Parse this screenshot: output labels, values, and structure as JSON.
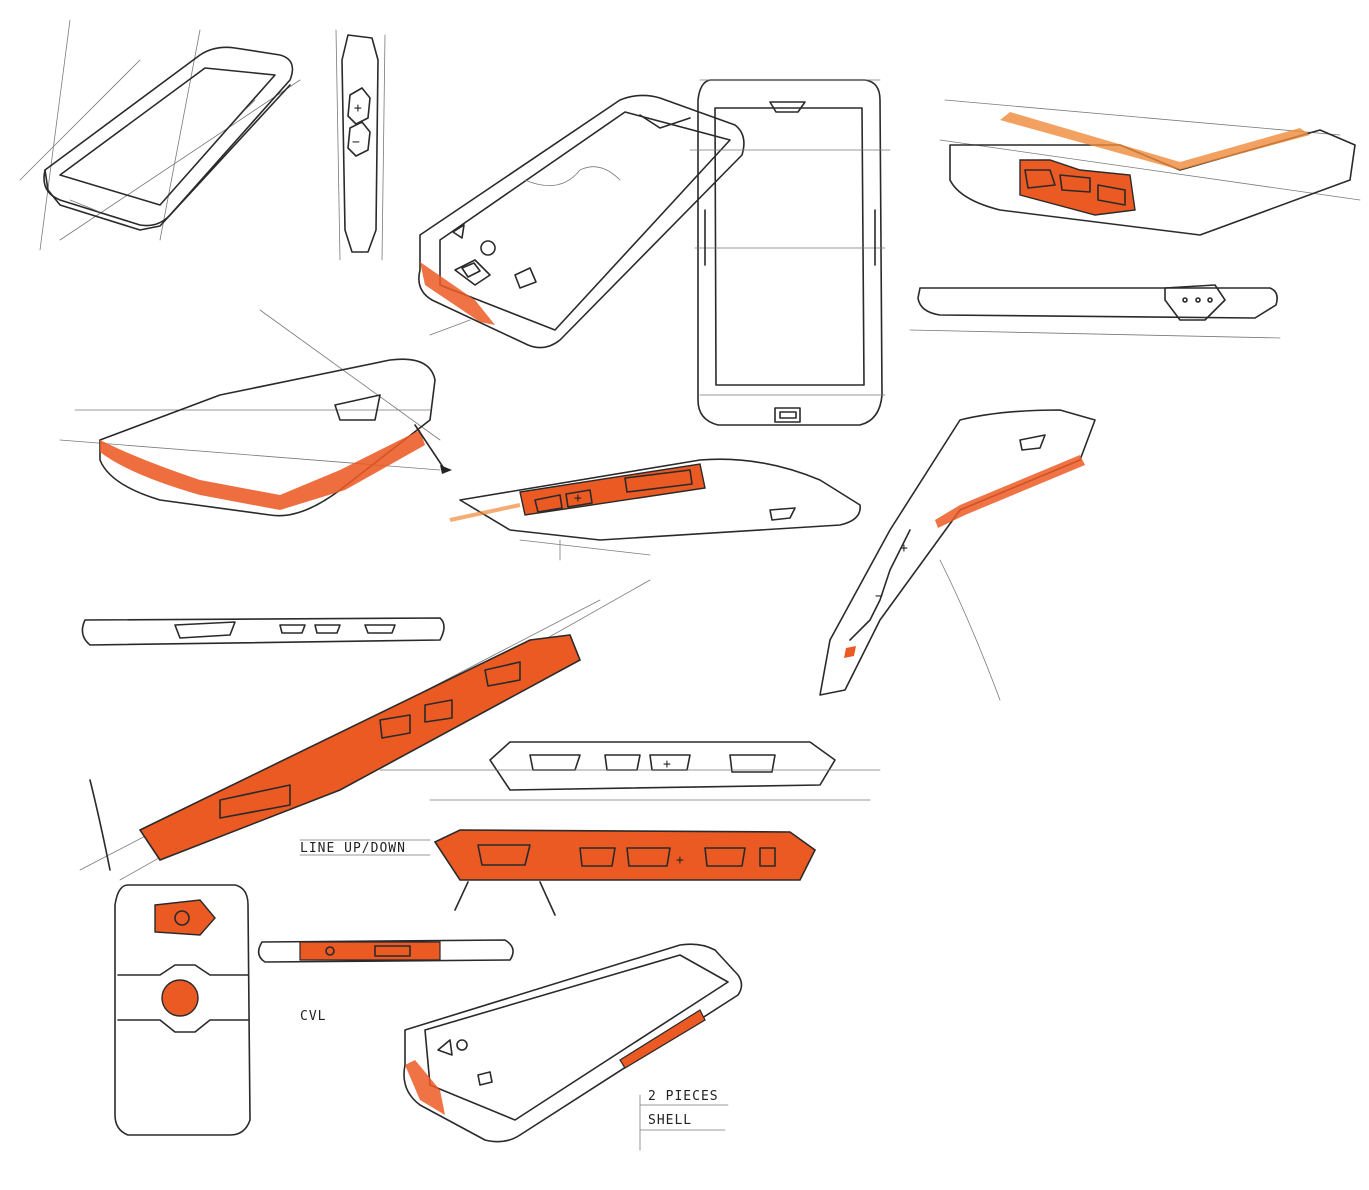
{
  "colors": {
    "paper": "#ffffff",
    "ink": "#2a2a2a",
    "accent_orange": "#ec5a24",
    "accent_orange_light": "#f08a3a",
    "pencil_gray": "#8a8a8a"
  },
  "annotations": {
    "line_up_down": "LINE UP/DOWN",
    "cvl": "CVL",
    "two_pieces_shell_line1": "2 PIECES",
    "two_pieces_shell_line2": "SHELL"
  },
  "button_glyphs": {
    "plus": "+",
    "minus": "−"
  }
}
